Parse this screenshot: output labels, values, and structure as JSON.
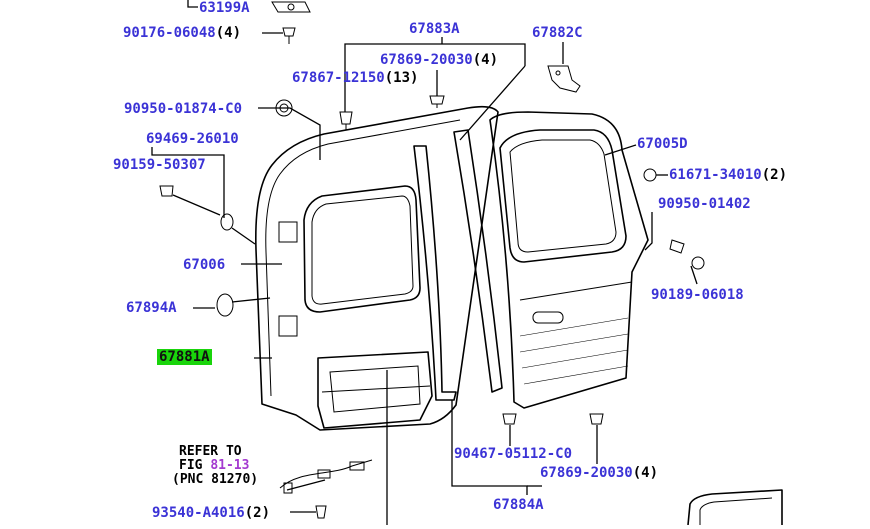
{
  "callouts": {
    "p63199a": "63199A",
    "p90176": {
      "num": "90176-06048",
      "qty": "(4)"
    },
    "p67883a": "67883A",
    "p67869_top": {
      "num": "67869-20030",
      "qty": "(4)"
    },
    "p67867": {
      "num": "67867-12150",
      "qty": "(13)"
    },
    "p67882c": "67882C",
    "p90950_01874": "90950-01874-C0",
    "p69469": "69469-26010",
    "p90159": "90159-50307",
    "p67005d": "67005D",
    "p61671": {
      "num": "61671-34010",
      "qty": "(2)"
    },
    "p90950_01402": "90950-01402",
    "p67006": "67006",
    "p90189": "90189-06018",
    "p67894a": "67894A",
    "p67881a": "67881A",
    "p90467": "90467-05112-C0",
    "p67869_bot": {
      "num": "67869-20030",
      "qty": "(4)"
    },
    "p67884a": "67884A",
    "p93540": {
      "num": "93540-A4016",
      "qty": "(2)"
    }
  },
  "refer": {
    "line1": "REFER TO",
    "fig_prefix": "FIG ",
    "fig_link": "81-13",
    "line3": "(PNC 81270)"
  },
  "colors": {
    "part_number": "#3b33d6",
    "quantity": "#000000",
    "highlight": "#19d40b",
    "figure_link": "#a43ad0"
  }
}
